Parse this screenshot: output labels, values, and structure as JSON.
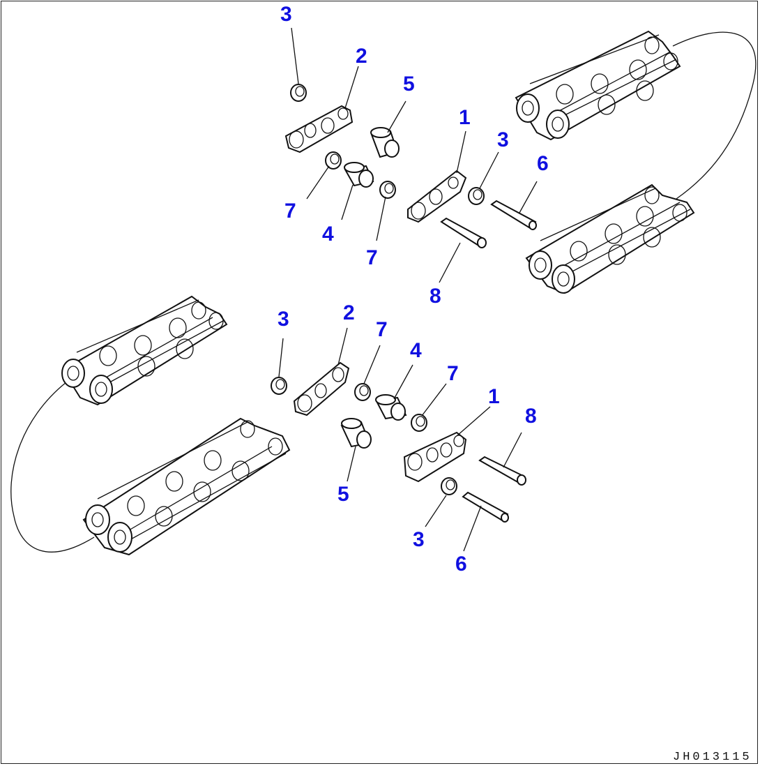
{
  "diagram": {
    "drawing_id": "JH013115",
    "callouts": [
      {
        "id": "c3a",
        "text": "3"
      },
      {
        "id": "c2a",
        "text": "2"
      },
      {
        "id": "c5a",
        "text": "5"
      },
      {
        "id": "c1a",
        "text": "1"
      },
      {
        "id": "c3b",
        "text": "3"
      },
      {
        "id": "c6a",
        "text": "6"
      },
      {
        "id": "c7a",
        "text": "7"
      },
      {
        "id": "c4a",
        "text": "4"
      },
      {
        "id": "c7b",
        "text": "7"
      },
      {
        "id": "c8a",
        "text": "8"
      },
      {
        "id": "c3c",
        "text": "3"
      },
      {
        "id": "c2b",
        "text": "2"
      },
      {
        "id": "c7c",
        "text": "7"
      },
      {
        "id": "c4b",
        "text": "4"
      },
      {
        "id": "c7d",
        "text": "7"
      },
      {
        "id": "c1b",
        "text": "1"
      },
      {
        "id": "c8b",
        "text": "8"
      },
      {
        "id": "c5b",
        "text": "5"
      },
      {
        "id": "c3d",
        "text": "3"
      },
      {
        "id": "c6b",
        "text": "6"
      }
    ]
  }
}
